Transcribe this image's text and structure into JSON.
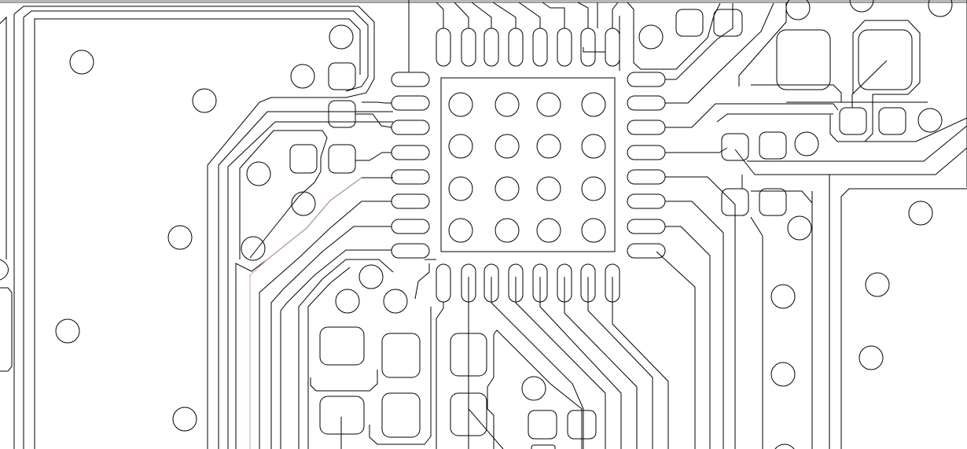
{
  "view": {
    "kind": "pcb-layout-outline-view",
    "background_color": "#ffffff",
    "stroke_color": "#000000",
    "accent_trace_color": "#c9a0a0",
    "frame_color": "#b8b8b8"
  },
  "chip": {
    "package": "QFN",
    "pads_per_side": 8,
    "thermal_via_grid": [
      4,
      4
    ]
  }
}
